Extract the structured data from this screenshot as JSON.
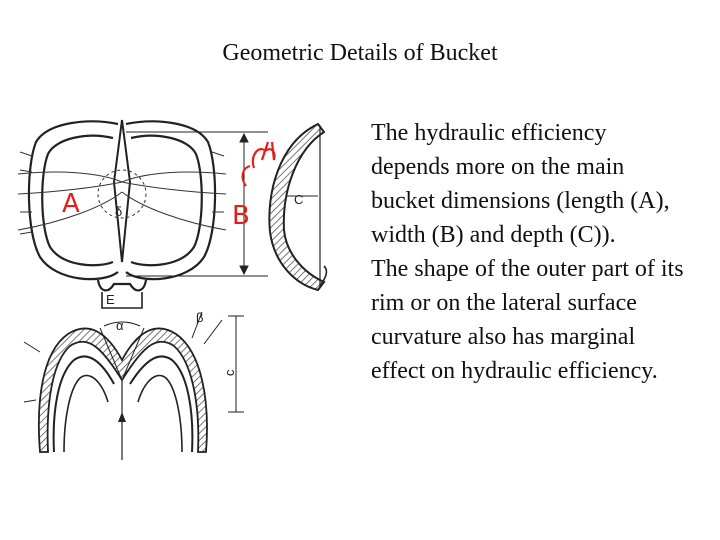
{
  "slide": {
    "title": "Geometric Details of Bucket",
    "paragraphs": [
      "The hydraulic efficiency depends more on the main bucket dimensions (length (A), width (B) and depth (C)).",
      "The shape of the outer part of its rim or on the lateral surface curvature also has marginal effect on hydraulic efficiency."
    ]
  },
  "diagram": {
    "labels": {
      "a": "A",
      "b": "B",
      "c": "C",
      "e": "E",
      "delta": "δ",
      "alpha": "α",
      "beta": "β",
      "c_lower": "c"
    },
    "colors": {
      "line": "#222222",
      "hatch": "#555555",
      "handwriting": "#e0201a"
    }
  }
}
